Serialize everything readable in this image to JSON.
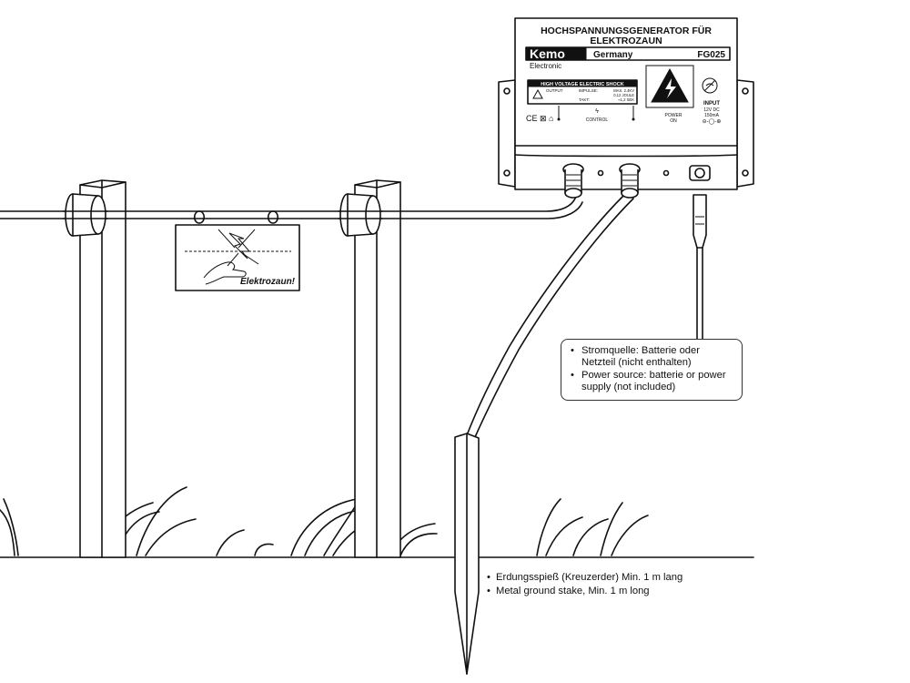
{
  "generator": {
    "title_line1": "HOCHSPANNUNGSGENERATOR FÜR",
    "title_line2": "ELEKTROZAUN",
    "brand": "Kemo",
    "brand_sub": "Electronic",
    "country": "Germany",
    "model": "FG025",
    "panel": {
      "header": "HIGH VOLTAGE ELECTRIC SHOCK",
      "output_label": "OUTPUT",
      "impulse_label": "IMPULSE:",
      "impulse_value_1": "MAX. 2.4KV",
      "impulse_value_2": "0,12 JOULE",
      "takt_label": "TAKT:",
      "takt_value": "≈1,2 SEK",
      "control_label": "CONTROL",
      "power_label_1": "POWER",
      "power_label_2": "ON",
      "input_label": "INPUT",
      "input_spec_1": "12V DC",
      "input_spec_2": "150mA",
      "cert_marks": "CE ⊠ ⌂"
    }
  },
  "sign": {
    "text": "Elektrozaun!"
  },
  "power_note": {
    "items": [
      "Stromquelle: Batterie oder Netzteil (nicht enthalten)",
      "Power source: batterie or power supply (not included)"
    ]
  },
  "ground_note": {
    "items": [
      "Erdungsspieß (Kreuzerder) Min. 1 m lang",
      "Metal ground stake, Min. 1 m long"
    ]
  },
  "colors": {
    "line": "#111111",
    "background": "#ffffff"
  },
  "icons": [
    "lightning-warning-icon",
    "hand-shock-icon",
    "no-touch-icon",
    "ce-mark-icon"
  ]
}
